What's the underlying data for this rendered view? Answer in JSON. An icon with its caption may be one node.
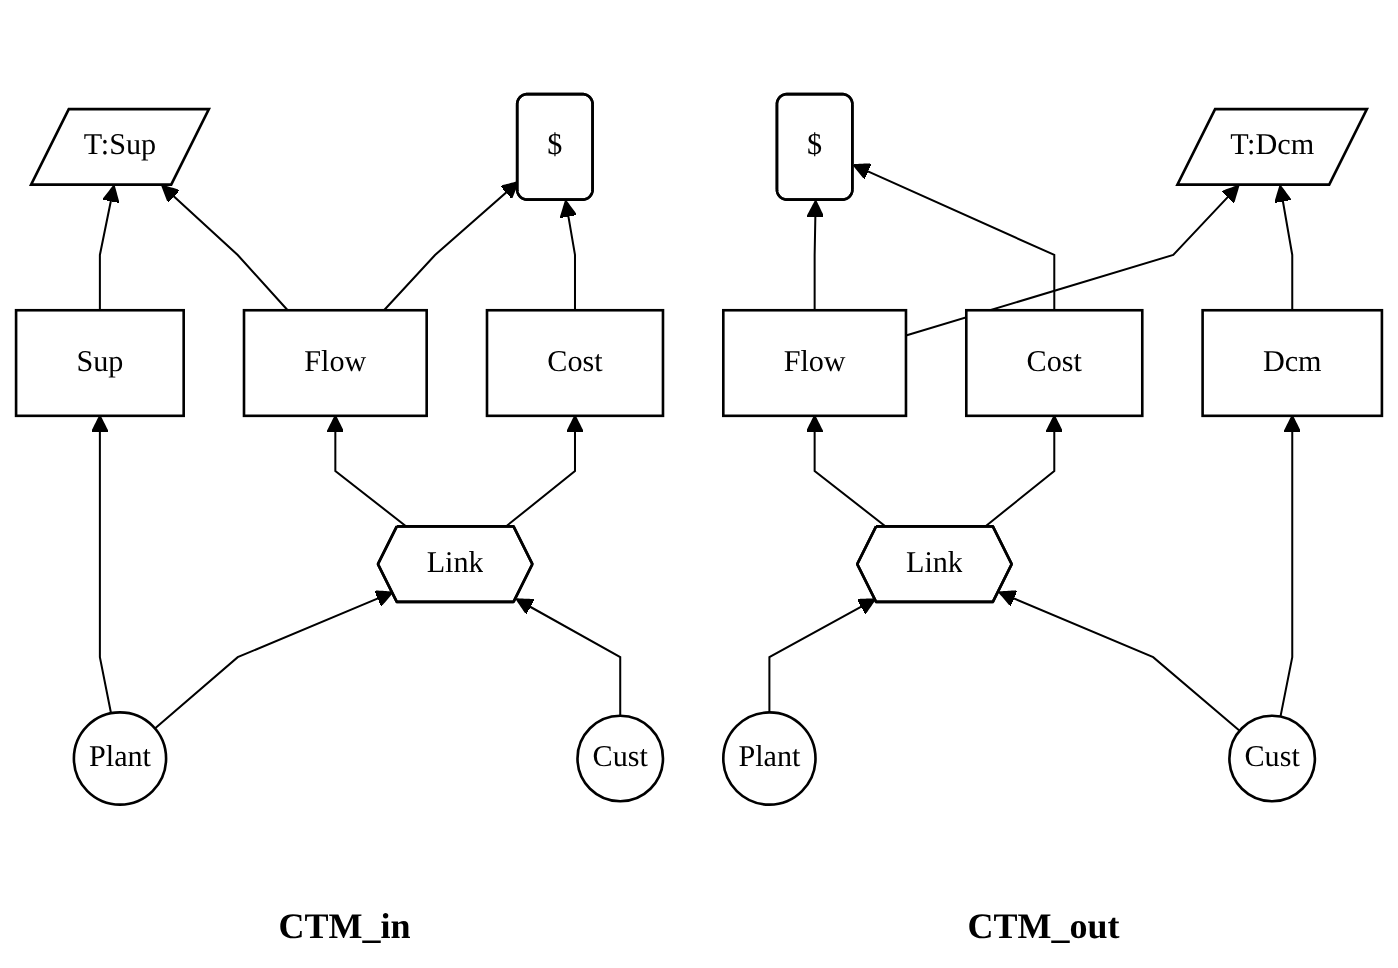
{
  "diagram": {
    "nodes": [
      {
        "text": [
          "T:Sup"
        ]
      },
      {
        "text": [
          "$"
        ]
      },
      {
        "text": [
          "Sup"
        ]
      },
      {
        "text": [
          "Flow"
        ]
      },
      {
        "text": [
          "Cost"
        ]
      },
      {
        "text": [
          "Link"
        ]
      },
      {
        "text": [
          "Plant"
        ]
      },
      {
        "text": [
          "Cust"
        ]
      },
      {
        "text": [
          "$"
        ]
      },
      {
        "text": [
          "T:Dcm"
        ]
      },
      {
        "text": [
          "Flow"
        ]
      },
      {
        "text": [
          "Cost"
        ]
      },
      {
        "text": [
          "Dcm"
        ]
      },
      {
        "text": [
          "Link"
        ]
      },
      {
        "text": [
          "Plant"
        ]
      },
      {
        "text": [
          "Cust"
        ]
      }
    ],
    "edges": [
      {
        "from": 2,
        "to": 0,
        "arrow": "to"
      },
      {
        "from": 3,
        "to": 0,
        "arrow": "to"
      },
      {
        "from": 3,
        "to": 1,
        "arrow": "to"
      },
      {
        "from": 4,
        "to": 1,
        "arrow": "to"
      },
      {
        "from": 5,
        "to": 3,
        "arrow": "to"
      },
      {
        "from": 5,
        "to": 4,
        "arrow": "to"
      },
      {
        "from": 6,
        "to": 2,
        "arrow": "to"
      },
      {
        "from": 6,
        "to": 5,
        "arrow": "to"
      },
      {
        "from": 7,
        "to": 5,
        "arrow": "to"
      },
      {
        "from": 10,
        "to": 8,
        "arrow": "to"
      },
      {
        "from": 11,
        "to": 8,
        "arrow": "to"
      },
      {
        "from": 10,
        "to": 9,
        "arrow": "to"
      },
      {
        "from": 12,
        "to": 9,
        "arrow": "to"
      },
      {
        "from": 13,
        "to": 10,
        "arrow": "to"
      },
      {
        "from": 13,
        "to": 11,
        "arrow": "to"
      },
      {
        "from": 14,
        "to": 13,
        "arrow": "to"
      },
      {
        "from": 15,
        "to": 13,
        "arrow": "to"
      },
      {
        "from": 15,
        "to": 12,
        "arrow": "to"
      }
    ],
    "labels": [
      "CTM_in",
      "CTM_out"
    ]
  }
}
